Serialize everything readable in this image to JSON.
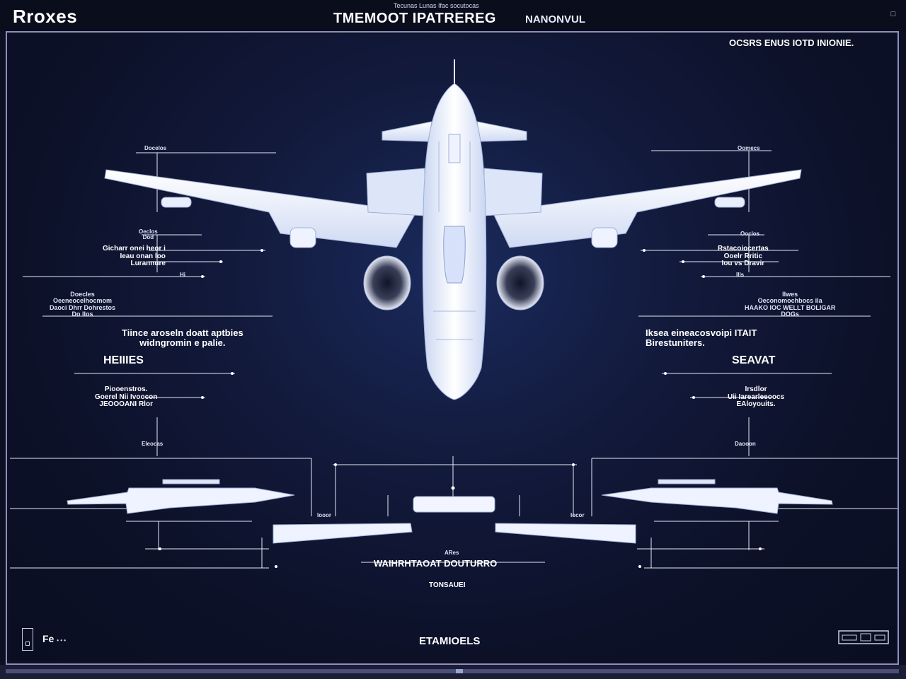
{
  "header": {
    "brand": "Rroxes",
    "top_small": "Tecunas Lunas Ifac socutocas",
    "title": "TMEMOOT IPATREREG",
    "subtitle": "NANONVUL"
  },
  "top_right_note": "OCSRS ENUS IOTD INIONIE.",
  "left_callouts": [
    {
      "text": "Docelos"
    },
    {
      "text": "Oeclos\nDod"
    },
    {
      "text": "Gicharr onei heor i\nIeau onan loo\nLurannure"
    },
    {
      "text": "Hi"
    },
    {
      "text": "Doecles\nOeeneocelhocmom\nDaoci Dhrr Dohrestos\nDo llos"
    },
    {
      "text": "Tiince aroseln doatt aptbies\nwidngromin e palie."
    },
    {
      "text": "HEIIIES"
    },
    {
      "text": "Piooenstros.\nGoerel Nii Ivoocon\nJEOOOANI Rlor"
    },
    {
      "text": "Eleocas"
    }
  ],
  "right_callouts": [
    {
      "text": "Oomecs"
    },
    {
      "text": "Ooclos"
    },
    {
      "text": "Rstacoiocertas\nOoelr Rritic\nIou vs Dravir"
    },
    {
      "text": "Ills"
    },
    {
      "text": "Ilwes\nOeconomochbocs ila\nHAAKO IOC WELLT BOLIGAR\nDOGs"
    },
    {
      "text": "Iksea eineacosvoipi ITAIT\nBirestuniters."
    },
    {
      "text": "SEAVAT"
    },
    {
      "text": "Irsdlor\nUii Iarearleeoocs\nEAloyouits."
    },
    {
      "text": "Daooon"
    }
  ],
  "side_view": {
    "left_tick": "Iooor",
    "right_tick": "Iocor",
    "label": "WAIHRHTAOAT DOUTURRO",
    "small": "ARes",
    "sub": "TONSAUEI"
  },
  "footer": {
    "left_label": "Fe",
    "left_dots": "• • •",
    "center": "ETAMIOELS"
  },
  "icons": [
    "panel-icon",
    "layout-icon",
    "restore-icon"
  ],
  "colors": {
    "background": "#0c1022",
    "frame": "#8c8fbe",
    "aircraft": "#eef3ff",
    "leader_lines": "#e6e9f8"
  }
}
